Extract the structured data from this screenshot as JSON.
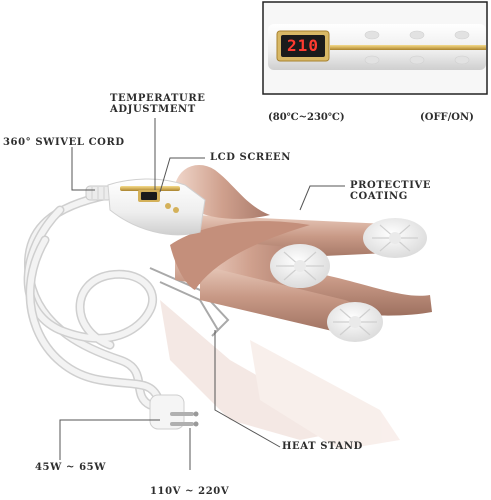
{
  "inset": {
    "lcd_reading": "210",
    "range_caption": "(80℃~230℃)",
    "switch_caption": "(OFF/ON)"
  },
  "callouts": {
    "temperature_line1": "TEMPERATURE",
    "temperature_line2": "ADJUSTMENT",
    "swivel_cord": "360° SWIVEL CORD",
    "lcd_screen": "LCD SCREEN",
    "protective_line1": "PROTECTIVE",
    "protective_line2": "COATING",
    "wattage": "45W ~ 65W",
    "voltage": "110V ~ 220V",
    "heat_stand": "HEAT STAND"
  },
  "colors": {
    "barrel_rose_gold": "#c99a87",
    "barrel_highlight": "#e6c7b8",
    "handle_white": "#f4f4f4",
    "gold_trim": "#d4b15a",
    "lcd_red": "#ff3b30",
    "cord_white": "#eeeeee"
  }
}
